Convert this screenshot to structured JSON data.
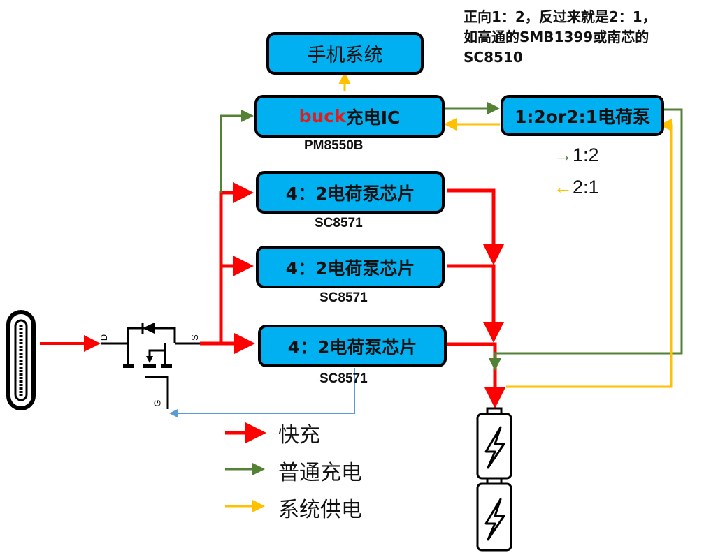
{
  "colors": {
    "box_fill": "#00b0f0",
    "fast_charge": "#ff0000",
    "normal_charge": "#548235",
    "system_power": "#ffc000",
    "control": "#5b9bd5"
  },
  "note": {
    "line1": "正向1：2，反过来就是2：1，",
    "line2": "如高通的SMB1399或南芯的",
    "line3": "SC8510"
  },
  "boxes": {
    "phone_system": "手机系统",
    "buck_prefix": "buck",
    "buck_suffix": "充电IC",
    "charge_pump_12": "1:2or2:1电荷泵",
    "cp1": "4：2电荷泵芯片",
    "cp2": "4：2电荷泵芯片",
    "cp3": "4：2电荷泵芯片"
  },
  "labels": {
    "buck_part": "PM8550B",
    "cp1_part": "SC8571",
    "cp2_part": "SC8571",
    "cp3_part": "SC8571"
  },
  "ratio_legend": {
    "forward_arrow": "→",
    "forward": "1:2",
    "reverse_arrow": "←",
    "reverse": "2:1"
  },
  "mosfet_pins": {
    "drain": "D",
    "source": "S",
    "gate": "G"
  },
  "legend": [
    {
      "label": "快充",
      "color": "#ff0000"
    },
    {
      "label": "普通充电",
      "color": "#548235"
    },
    {
      "label": "系统供电",
      "color": "#ffc000"
    }
  ],
  "icons": [
    "usb-c-port-icon",
    "mosfet-icon",
    "battery-icon",
    "lightning-icon"
  ]
}
